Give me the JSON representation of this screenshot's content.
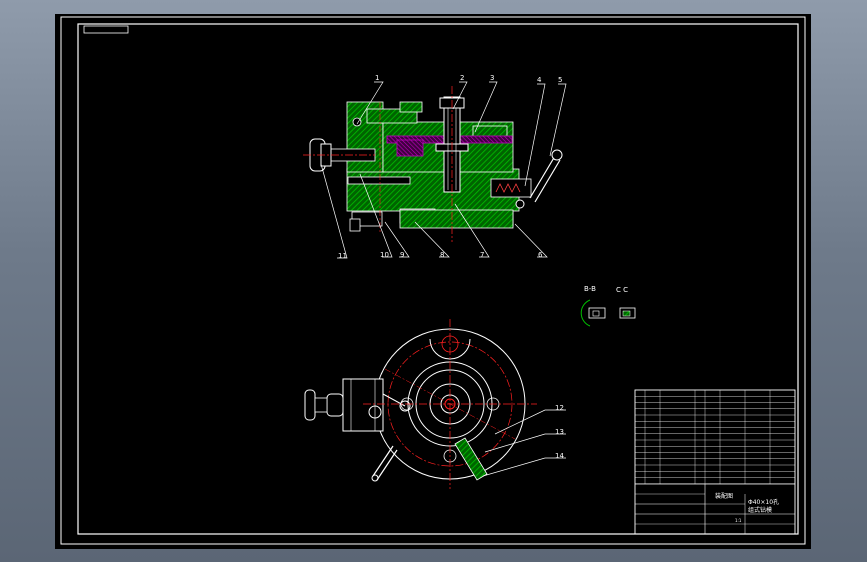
{
  "balloons": [
    "1",
    "2",
    "3",
    "4",
    "5",
    "6",
    "7",
    "8",
    "9",
    "10",
    "11",
    "12",
    "13",
    "14"
  ],
  "views": {
    "section_bb": "B-B",
    "section_cc": "C C"
  },
  "title_block": {
    "drawing_name": "装配图",
    "product_line1": "Φ40×10孔",
    "product_line2": "组式钻模",
    "scale": "1:1"
  },
  "colors": {
    "background": "#000000",
    "outline": "#ffffff",
    "hatch": "#00c000",
    "centerline": "#ff2020",
    "leader": "#ffffff",
    "part_highlight": "#c000c0"
  }
}
